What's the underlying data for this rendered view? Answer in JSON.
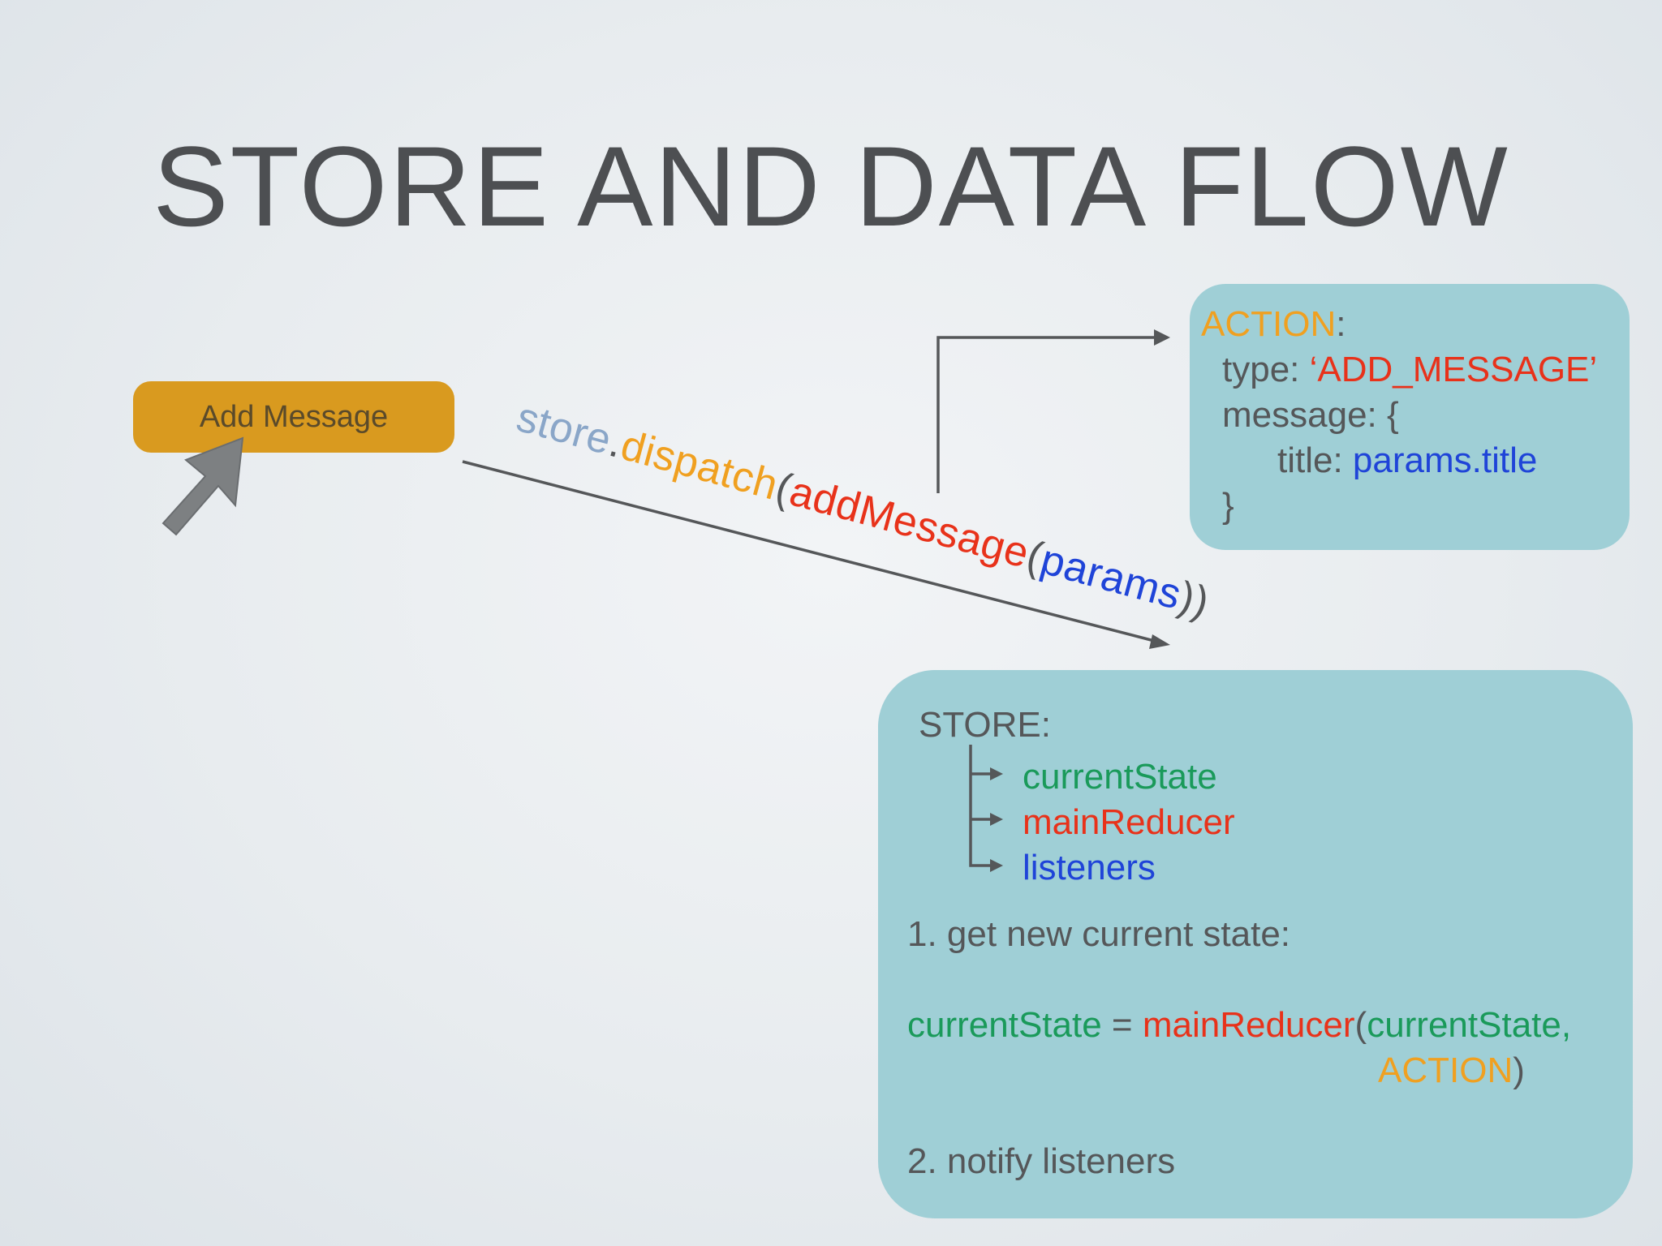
{
  "title": "STORE AND DATA FLOW",
  "add_button": {
    "label": "Add Message"
  },
  "dispatch": {
    "store": "store",
    "dot": ".",
    "dispatch": "dispatch",
    "paren_open": "(",
    "action_creator": "addMessage",
    "paren_open_2": "(",
    "params": "params",
    "paren_close": "))"
  },
  "action_box": {
    "label": "ACTION",
    "colon": ":",
    "type_key": "type: ",
    "type_value": "‘ADD_MESSAGE’",
    "message_key": "message: {",
    "title_key": "title: ",
    "title_value": "params.title",
    "close_brace": "}"
  },
  "store_box": {
    "label": "STORE:",
    "items": [
      "currentState",
      "mainReducer",
      "listeners"
    ],
    "step1": "1. get new current state:",
    "formula": {
      "lhs": "currentState",
      "equals": " = ",
      "fn": "mainReducer",
      "open": "(",
      "arg1": "currentState,",
      "arg2": "ACTION",
      "close": ")"
    },
    "step2": "2. notify listeners"
  },
  "colors": {
    "button": "#d99a1f",
    "box": "#9fcfd6",
    "orange": "#f0a020",
    "red": "#e8321a",
    "blue": "#1f44d8",
    "green": "#1a9a5a",
    "store_text": "#8aa6c8"
  }
}
